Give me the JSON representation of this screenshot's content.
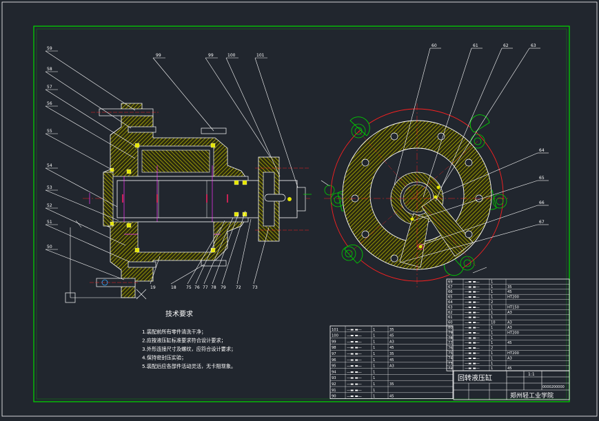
{
  "drawing": {
    "colors": {
      "background": "#21262e",
      "frame": "#00d000",
      "hatch": "#e6e600",
      "section_line": "#ffffff",
      "center_line": "#ff2020",
      "hidden_line": "#ff33ff",
      "bolt": "#ff2060",
      "dimension": "#3aa8ff"
    },
    "callouts_left": [
      "59",
      "58",
      "57",
      "56",
      "55",
      "54",
      "53",
      "52",
      "51",
      "50"
    ],
    "callouts_top": [
      "99",
      "99",
      "100",
      "101"
    ],
    "callouts_bottom": [
      "19",
      "18",
      "75",
      "76",
      "77",
      "78",
      "79",
      "72",
      "73"
    ],
    "callouts_right_top": [
      "60",
      "61",
      "62",
      "63"
    ],
    "callouts_right_side": [
      "64",
      "65",
      "66",
      "67"
    ],
    "tech_req": {
      "title": "技术要求",
      "items": [
        "1.装配前所有零件清洗干净；",
        "2.应按液压缸标准要求符合设计要求；",
        "3.外形连接尺寸及螺纹，应符合设计要求；",
        "4.保持密封压实验；",
        "5.装配后应各部件活动灵活，无卡阻现象。"
      ]
    },
    "title_block": {
      "name": "回转液压缸",
      "school": "郑州轻工业学院",
      "scale": "1:1",
      "drawing_no": "0000200000"
    },
    "parts_left": [
      {
        "no": "101",
        "name": "—▬ ▬—",
        "qty": "1",
        "mat": "35"
      },
      {
        "no": "100",
        "name": "—▬ ▬—",
        "qty": "1",
        "mat": "45"
      },
      {
        "no": "99",
        "name": "—▬ ▬—",
        "qty": "1",
        "mat": "A3"
      },
      {
        "no": "98",
        "name": "—▬ ▬—",
        "qty": "1",
        "mat": "45"
      },
      {
        "no": "97",
        "name": "—▬ ▬—",
        "qty": "1",
        "mat": "35"
      },
      {
        "no": "96",
        "name": "—▬ ▬—",
        "qty": "1",
        "mat": "45"
      },
      {
        "no": "95",
        "name": "—▬ ▬—",
        "qty": "1",
        "mat": "A3"
      },
      {
        "no": "94",
        "name": "—▬ ▬—",
        "qty": "1",
        "mat": ""
      },
      {
        "no": "93",
        "name": "—▬ ▬—",
        "qty": "1",
        "mat": ""
      },
      {
        "no": "92",
        "name": "—▬ ▬—",
        "qty": "1",
        "mat": "35"
      },
      {
        "no": "91",
        "name": "—▬ ▬—",
        "qty": "1",
        "mat": ""
      },
      {
        "no": "90",
        "name": "—▬ ▬—",
        "qty": "1",
        "mat": "45"
      }
    ],
    "parts_right": [
      {
        "no": "69",
        "name": "—▬ ▬—",
        "qty": "1",
        "mat": ""
      },
      {
        "no": "67",
        "name": "—▬ ▬—",
        "qty": "1",
        "mat": "35"
      },
      {
        "no": "66",
        "name": "—▬ ▬—",
        "qty": "1",
        "mat": "45"
      },
      {
        "no": "65",
        "name": "—▬ ▬—",
        "qty": "1",
        "mat": "HT200"
      },
      {
        "no": "64",
        "name": "—▬ ▬—",
        "qty": "2",
        "mat": ""
      },
      {
        "no": "63",
        "name": "—▬ ▬—",
        "qty": "1",
        "mat": "HT150"
      },
      {
        "no": "62",
        "name": "—▬ ▬—",
        "qty": "1",
        "mat": "A3"
      },
      {
        "no": "61",
        "name": "—▬ ▬—",
        "qty": "1",
        "mat": ""
      },
      {
        "no": "60",
        "name": "—▬ ▬—",
        "qty": "10",
        "mat": "A3"
      },
      {
        "no": "80",
        "name": "—▬ ▬—",
        "qty": "1",
        "mat": "A3"
      },
      {
        "no": "79",
        "name": "—▬ ▬—",
        "qty": "1",
        "mat": "HT200"
      },
      {
        "no": "78",
        "name": "—▬ ▬—",
        "qty": "1",
        "mat": ""
      },
      {
        "no": "77",
        "name": "—▬ ▬—",
        "qty": "1",
        "mat": "45"
      },
      {
        "no": "76",
        "name": "—▬ ▬—",
        "qty": "2",
        "mat": ""
      },
      {
        "no": "75",
        "name": "—▬ ▬—",
        "qty": "1",
        "mat": "HT200"
      },
      {
        "no": "74",
        "name": "—▬ ▬—",
        "qty": "1",
        "mat": "A3"
      },
      {
        "no": "73",
        "name": "—▬ ▬—",
        "qty": "1",
        "mat": ""
      },
      {
        "no": "72",
        "name": "—▬ ▬—",
        "qty": "1",
        "mat": "45"
      }
    ]
  }
}
